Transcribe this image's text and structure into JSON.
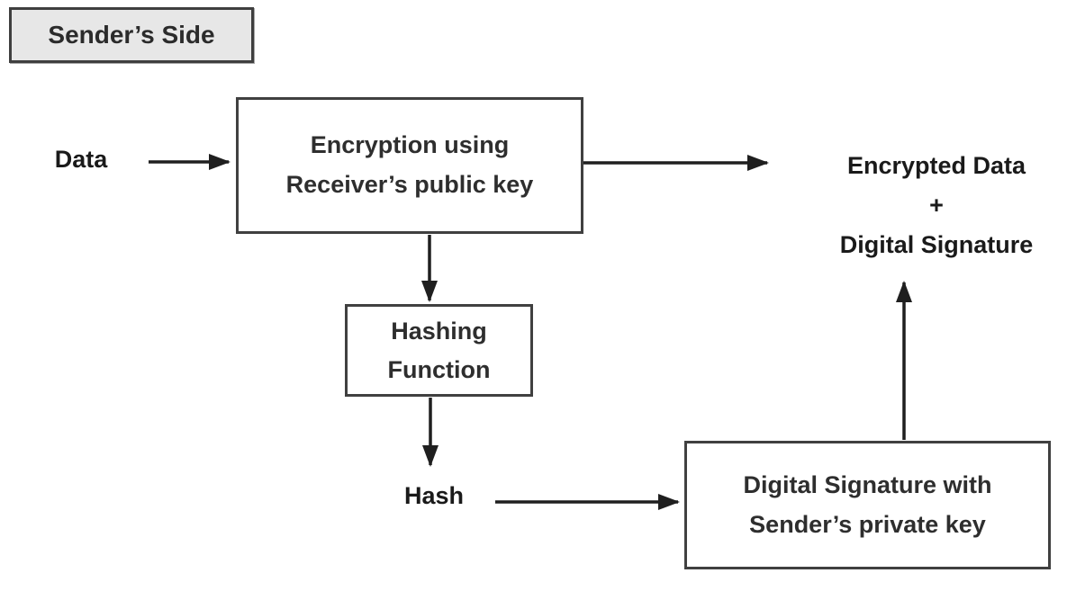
{
  "diagram": {
    "title": "Sender’s Side",
    "colors": {
      "background": "#ffffff",
      "line": "#1f1f1f",
      "box_border": "#404040",
      "title_fill": "#e7e7e7",
      "text": "#2e2e2e"
    },
    "nodes": {
      "data_input": {
        "label": "Data"
      },
      "encryption": {
        "label": "Encryption using Receiver’s public key"
      },
      "hashing": {
        "label": "Hashing Function"
      },
      "hash": {
        "label": "Hash"
      },
      "signature": {
        "label": "Digital Signature with Sender’s private key"
      },
      "output": {
        "line1": "Encrypted Data",
        "operator": "+",
        "line2": "Digital Signature"
      }
    },
    "edges": [
      {
        "from": "data_input",
        "to": "encryption"
      },
      {
        "from": "encryption",
        "to": "output"
      },
      {
        "from": "encryption",
        "to": "hashing"
      },
      {
        "from": "hashing",
        "to": "hash"
      },
      {
        "from": "hash",
        "to": "signature"
      },
      {
        "from": "signature",
        "to": "output"
      }
    ]
  }
}
